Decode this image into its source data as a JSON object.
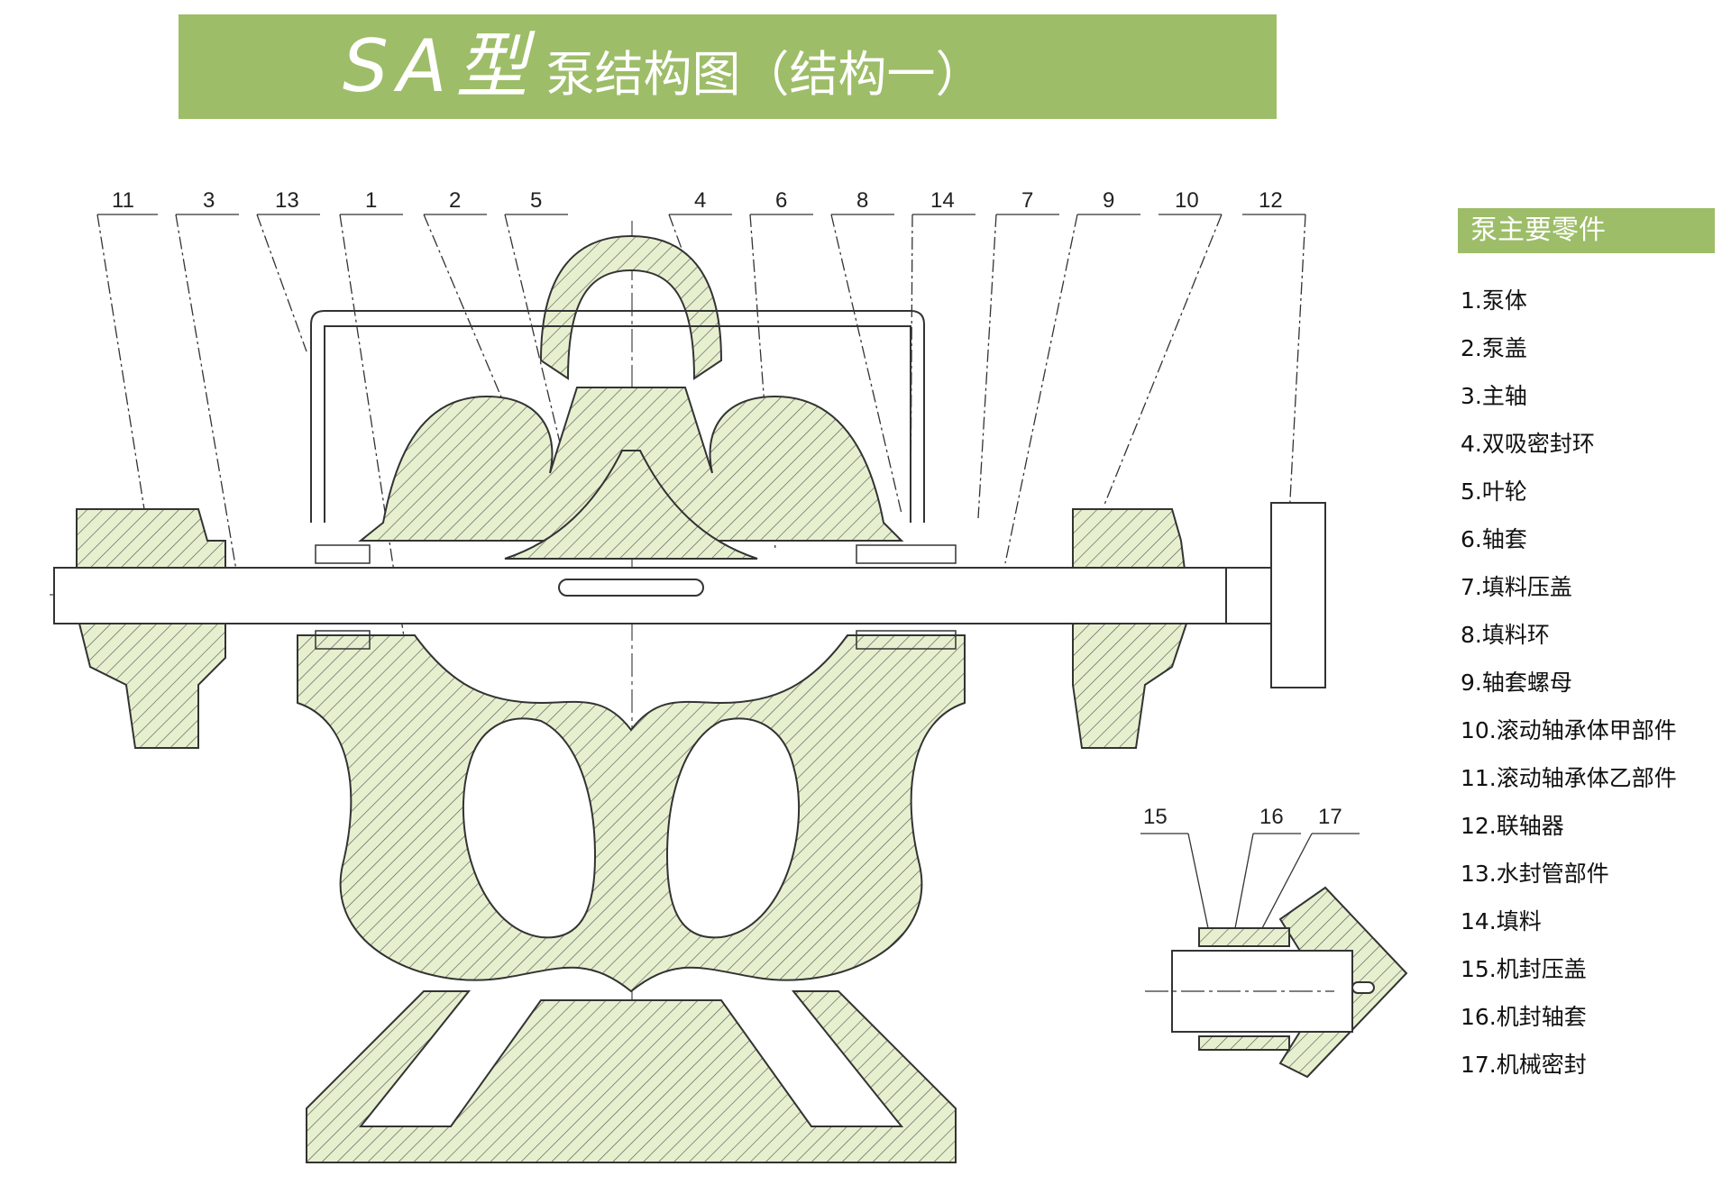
{
  "title": {
    "model": "SA型",
    "rest": "泵结构图（结构一）"
  },
  "callouts": {
    "main": [
      "11",
      "3",
      "13",
      "1",
      "2",
      "5",
      "4",
      "6",
      "8",
      "14",
      "7",
      "9",
      "10",
      "12"
    ],
    "inset": [
      "15",
      "16",
      "17"
    ]
  },
  "legend": {
    "header": "泵主要零件",
    "items": [
      "1.泵体",
      "2.泵盖",
      "3.主轴",
      "4.双吸密封环",
      "5.叶轮",
      "6.轴套",
      "7.填料压盖",
      "8.填料环",
      "9.轴套螺母",
      "10.滚动轴承体甲部件",
      "11.滚动轴承体乙部件",
      "12.联轴器",
      "13.水封管部件",
      "14.填料",
      "15.机封压盖",
      "16.机封轴套",
      "17.机械密封"
    ]
  },
  "colors": {
    "banner": "#9dbd68",
    "part_fill": "#e6f0cf",
    "line": "#3a3a3a"
  }
}
